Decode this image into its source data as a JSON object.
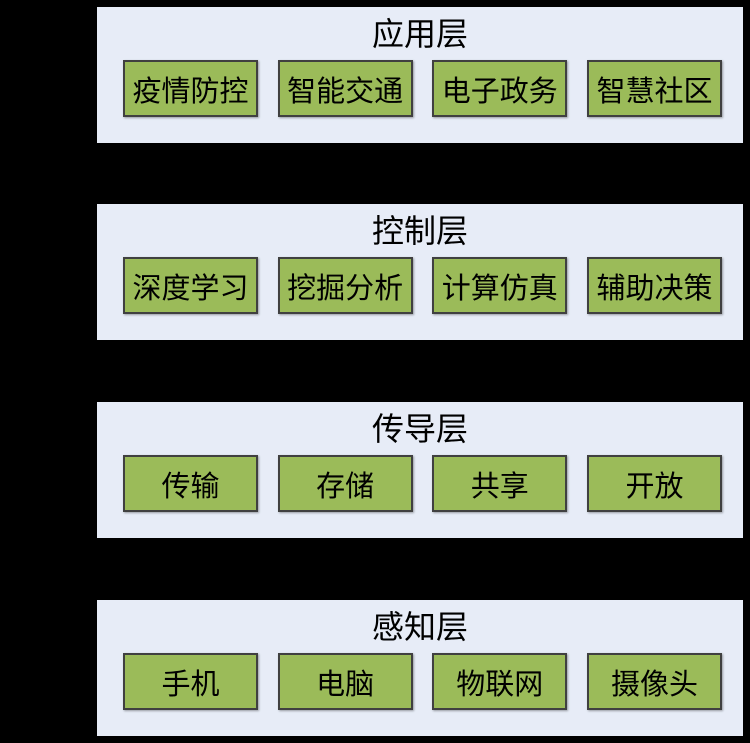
{
  "colors": {
    "background": "#000000",
    "panel_fill": "#E7ECF7",
    "panel_border": "#000000",
    "box_fill": "#9BBB59",
    "box_border": "#404040",
    "text": "#000000"
  },
  "layers": [
    {
      "title": "应用层",
      "items": [
        "疫情防控",
        "智能交通",
        "电子政务",
        "智慧社区"
      ]
    },
    {
      "title": "控制层",
      "items": [
        "深度学习",
        "挖掘分析",
        "计算仿真",
        "辅助决策"
      ]
    },
    {
      "title": "传导层",
      "items": [
        "传输",
        "存储",
        "共享",
        "开放"
      ]
    },
    {
      "title": "感知层",
      "items": [
        "手机",
        "电脑",
        "物联网",
        "摄像头"
      ]
    }
  ]
}
